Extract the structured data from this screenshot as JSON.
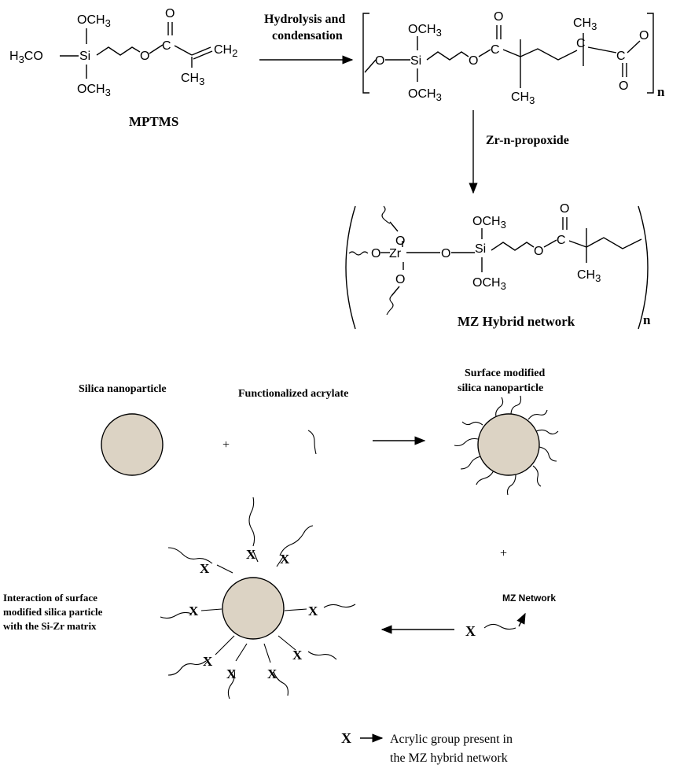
{
  "reaction_top": {
    "mptms": {
      "label": "MPTMS",
      "och3": "OCH",
      "h3co": "H",
      "h3co_rest": "CO",
      "si": "Si",
      "o": "O",
      "ch2": "CH",
      "ch3": "CH",
      "sub3": "3",
      "sub2": "2"
    },
    "step1": {
      "line1": "Hydrolysis and",
      "line2": "condensation"
    },
    "polymer": {
      "si": "Si",
      "o": "O",
      "och3": "OCH",
      "ch3": "CH",
      "c": "C",
      "n": "n",
      "sub3": "3"
    },
    "step2": {
      "label": "Zr-n-propoxide"
    }
  },
  "mz_network": {
    "label": "MZ Hybrid network",
    "zr": "Zr",
    "si": "Si",
    "o": "O",
    "och3": "OCH",
    "ch3": "CH",
    "c": "C",
    "n": "n",
    "sub3": "3"
  },
  "scheme_bottom": {
    "silica_label": "Silica nanoparticle",
    "acrylate_label": "Functionalized acrylate",
    "surface_label_line1": "Surface modified",
    "surface_label_line2": "silica nanoparticle",
    "plus": "+",
    "mz_network_label": "MZ Network",
    "x": "X",
    "interaction_line1": "Interaction of surface",
    "interaction_line2": "modified silica particle",
    "interaction_line3": "with the Si-Zr matrix",
    "legend_x": "X",
    "legend_line1": "Acrylic group present in",
    "legend_line2": "the MZ hybrid network"
  },
  "colors": {
    "particle_fill": "#DCD3C4",
    "ink": "#000000"
  }
}
